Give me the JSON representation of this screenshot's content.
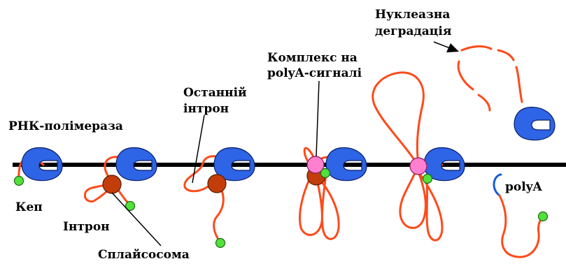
{
  "labels": {
    "polymerase": "РНК-полімераза",
    "cap": "Кеп",
    "intron": "Інтрон",
    "spliceosome": "Сплайсосома",
    "last_intron_1": "Останній",
    "last_intron_2": "інтрон",
    "polya_complex_1": "Комплекс на",
    "polya_complex_2": "polyA-сигналі",
    "degradation_1": "Нуклеазна",
    "degradation_2": "деградація",
    "polya": "polyA"
  },
  "colors": {
    "polymerase": "#2e64e6",
    "rna": "#ff4a1a",
    "cap": "#52e03a",
    "spliceosome": "#c23d0a",
    "polya_complex": "#ff80d0",
    "polya_tail": "#1a5adc",
    "dna": "#000000"
  }
}
